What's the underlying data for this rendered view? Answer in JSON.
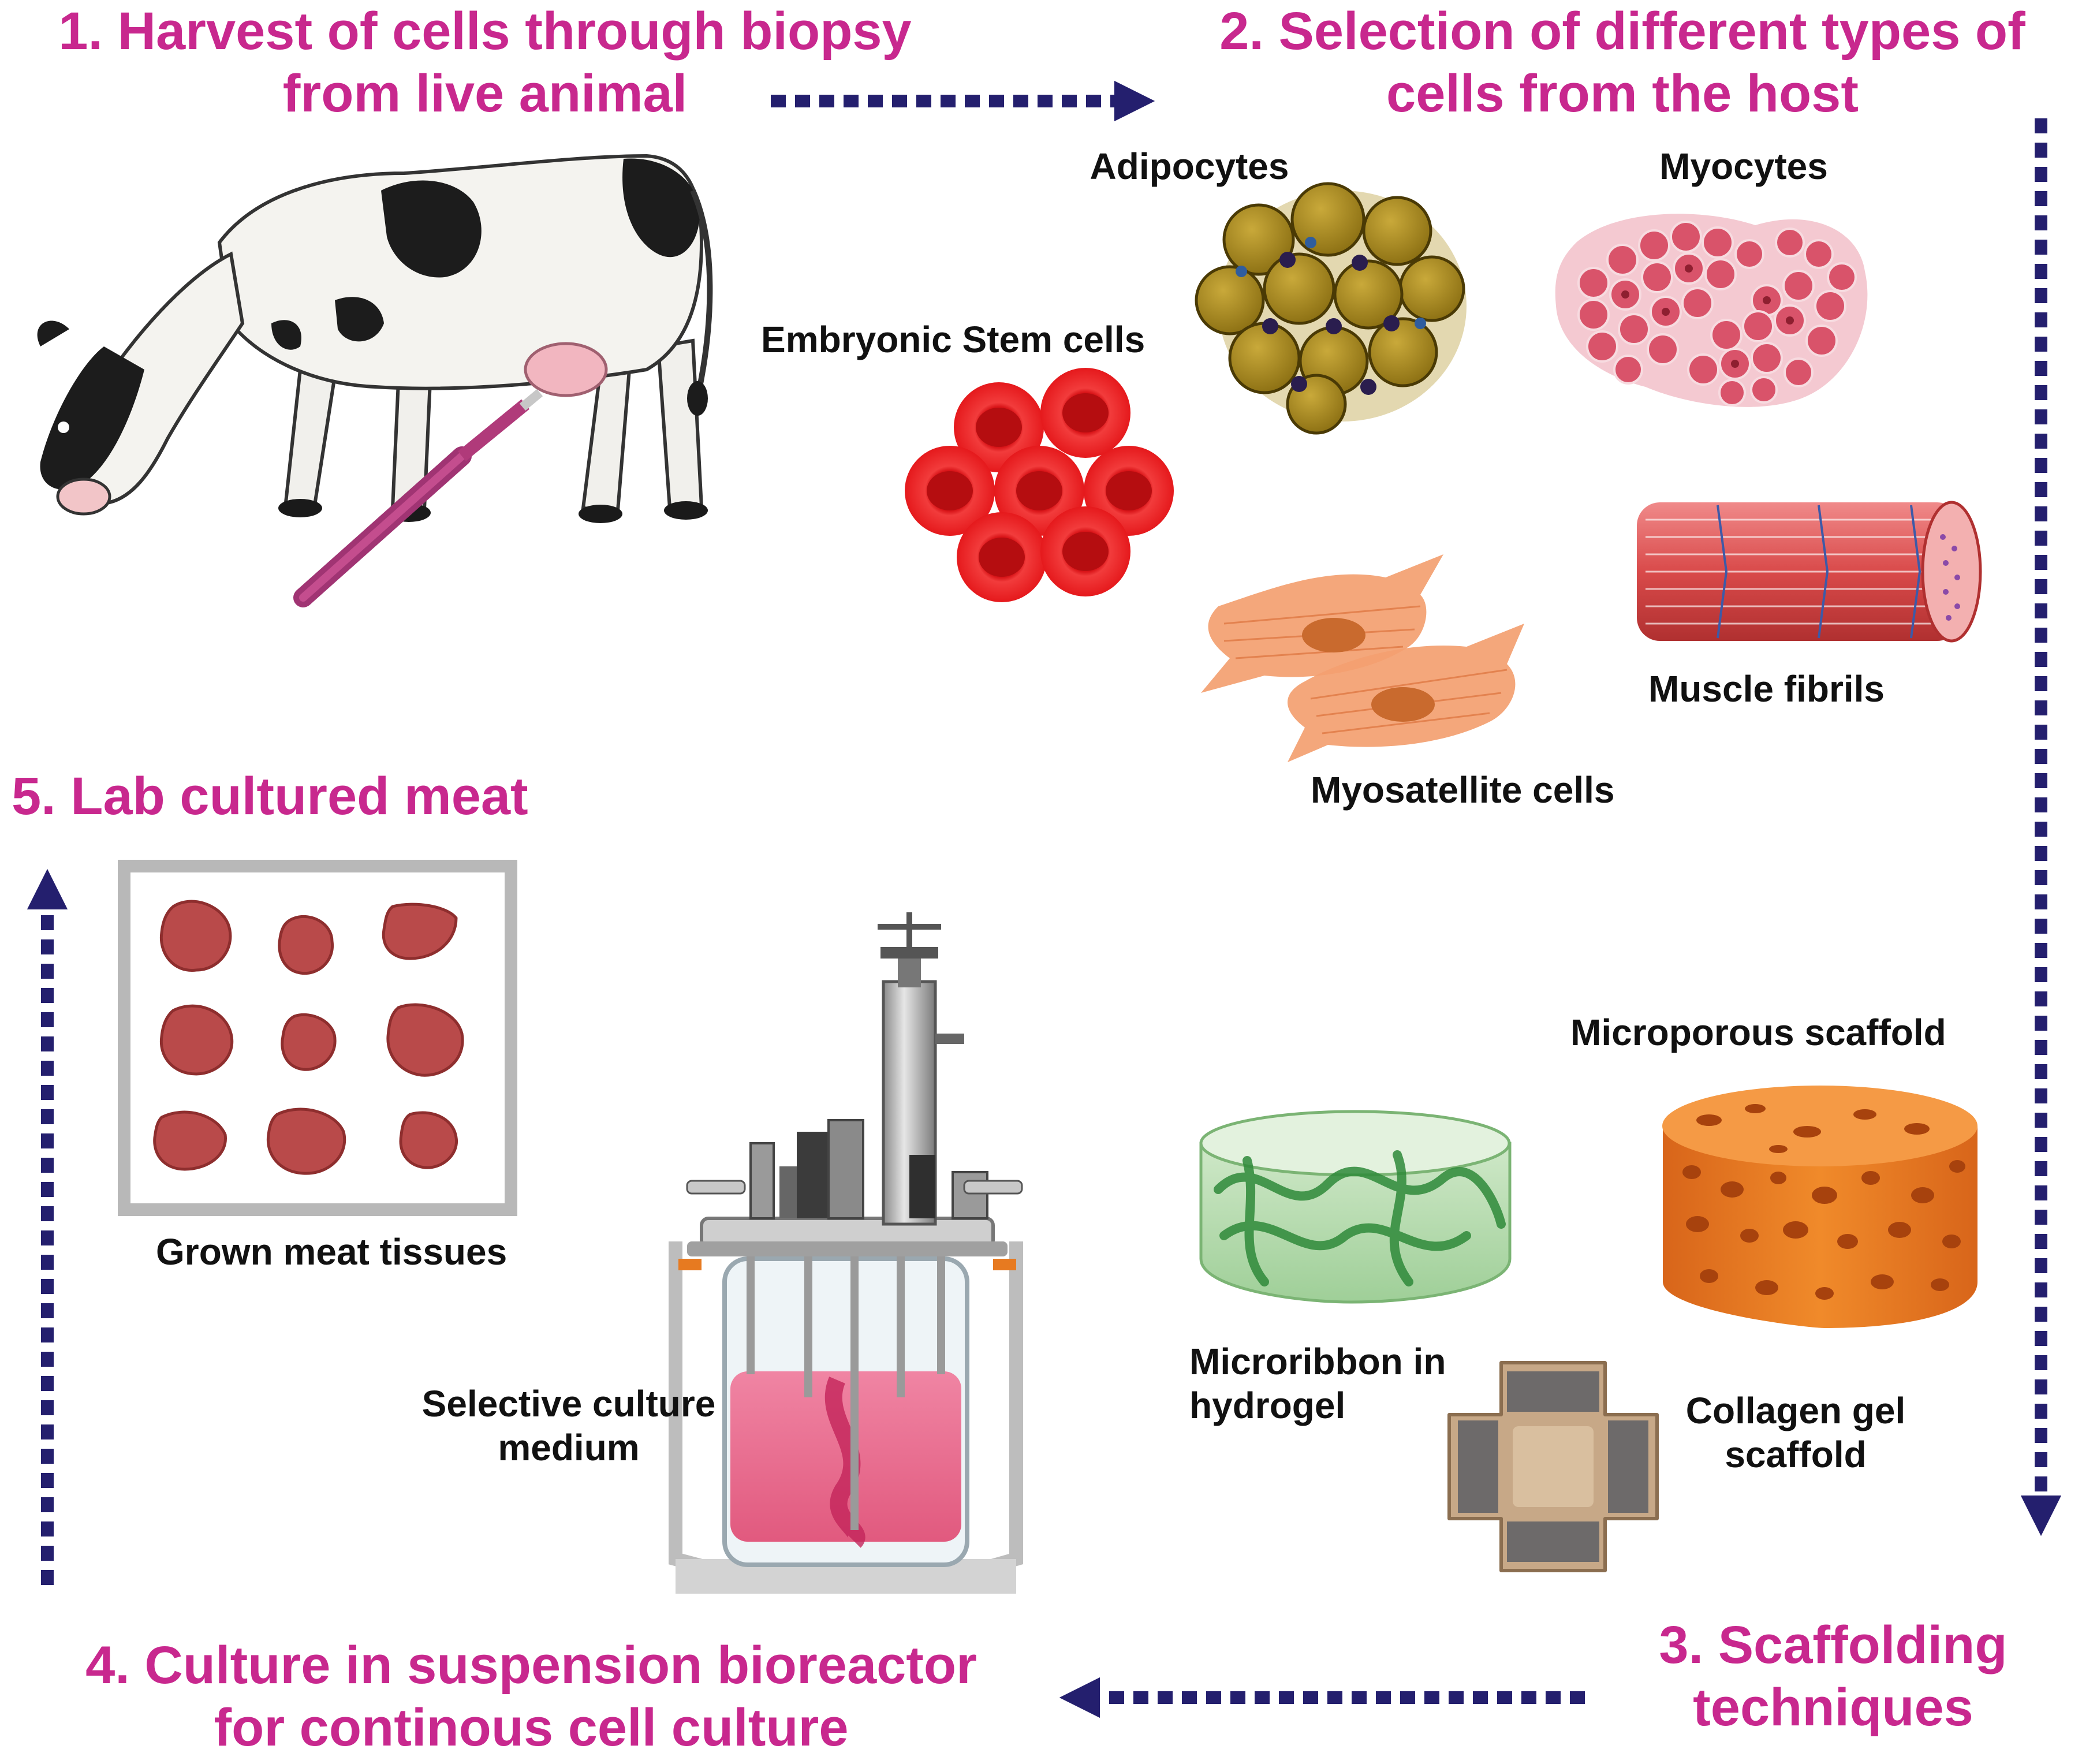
{
  "colors": {
    "title": "#c8288e",
    "arrow": "#241f6e",
    "label": "#111111",
    "cell_red": "#e5191c",
    "myocyte": "#d9536a",
    "adipocyte": "#a88a1a",
    "satellite": "#f3a070",
    "fibril": "#d94a4a",
    "scaffold_orange": "#ee7a1e",
    "hydrogel_green": "#5fae62",
    "collagen_tan": "#c7a887",
    "meat": "#b94a4a",
    "culture_pink": "#e8507a",
    "biopsy_magenta": "#b03a7a"
  },
  "steps": {
    "step1": {
      "line1": "1. Harvest of cells through biopsy",
      "line2": "from live animal"
    },
    "step2": {
      "line1": "2. Selection of different types of",
      "line2": "cells from the host"
    },
    "step3": {
      "line1": "3. Scaffolding",
      "line2": "techniques"
    },
    "step4": {
      "line1": "4. Culture in suspension bioreactor",
      "line2": "for continous cell culture"
    },
    "step5": {
      "line1": "5. Lab cultured meat"
    }
  },
  "cell_types": {
    "adipocytes": "Adipocytes",
    "myocytes": "Myocytes",
    "embryonic_stem_cells": "Embryonic Stem cells",
    "muscle_fibrils": "Muscle fibrils",
    "myosatellite_cells": "Myosatellite cells"
  },
  "scaffolds": {
    "microporous": "Microporous scaffold",
    "microribbon_line1": "Microribbon in",
    "microribbon_line2": "hydrogel",
    "collagen_line1": "Collagen gel",
    "collagen_line2": "scaffold"
  },
  "bioreactor": {
    "medium_line1": "Selective culture",
    "medium_line2": "medium"
  },
  "meat": {
    "tissues_label": "Grown meat tissues"
  }
}
